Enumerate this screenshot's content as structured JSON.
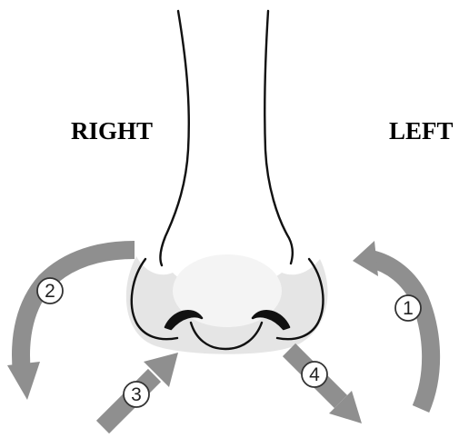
{
  "labels": {
    "right": "RIGHT",
    "left": "LEFT"
  },
  "steps": [
    {
      "number": "1"
    },
    {
      "number": "2"
    },
    {
      "number": "3"
    },
    {
      "number": "4"
    }
  ],
  "colors": {
    "arrow": "#8f8f8f",
    "outline": "#111111",
    "shading": "#d9d9d9",
    "background": "#ffffff"
  },
  "icons": {
    "illustration": "nose-icon"
  }
}
